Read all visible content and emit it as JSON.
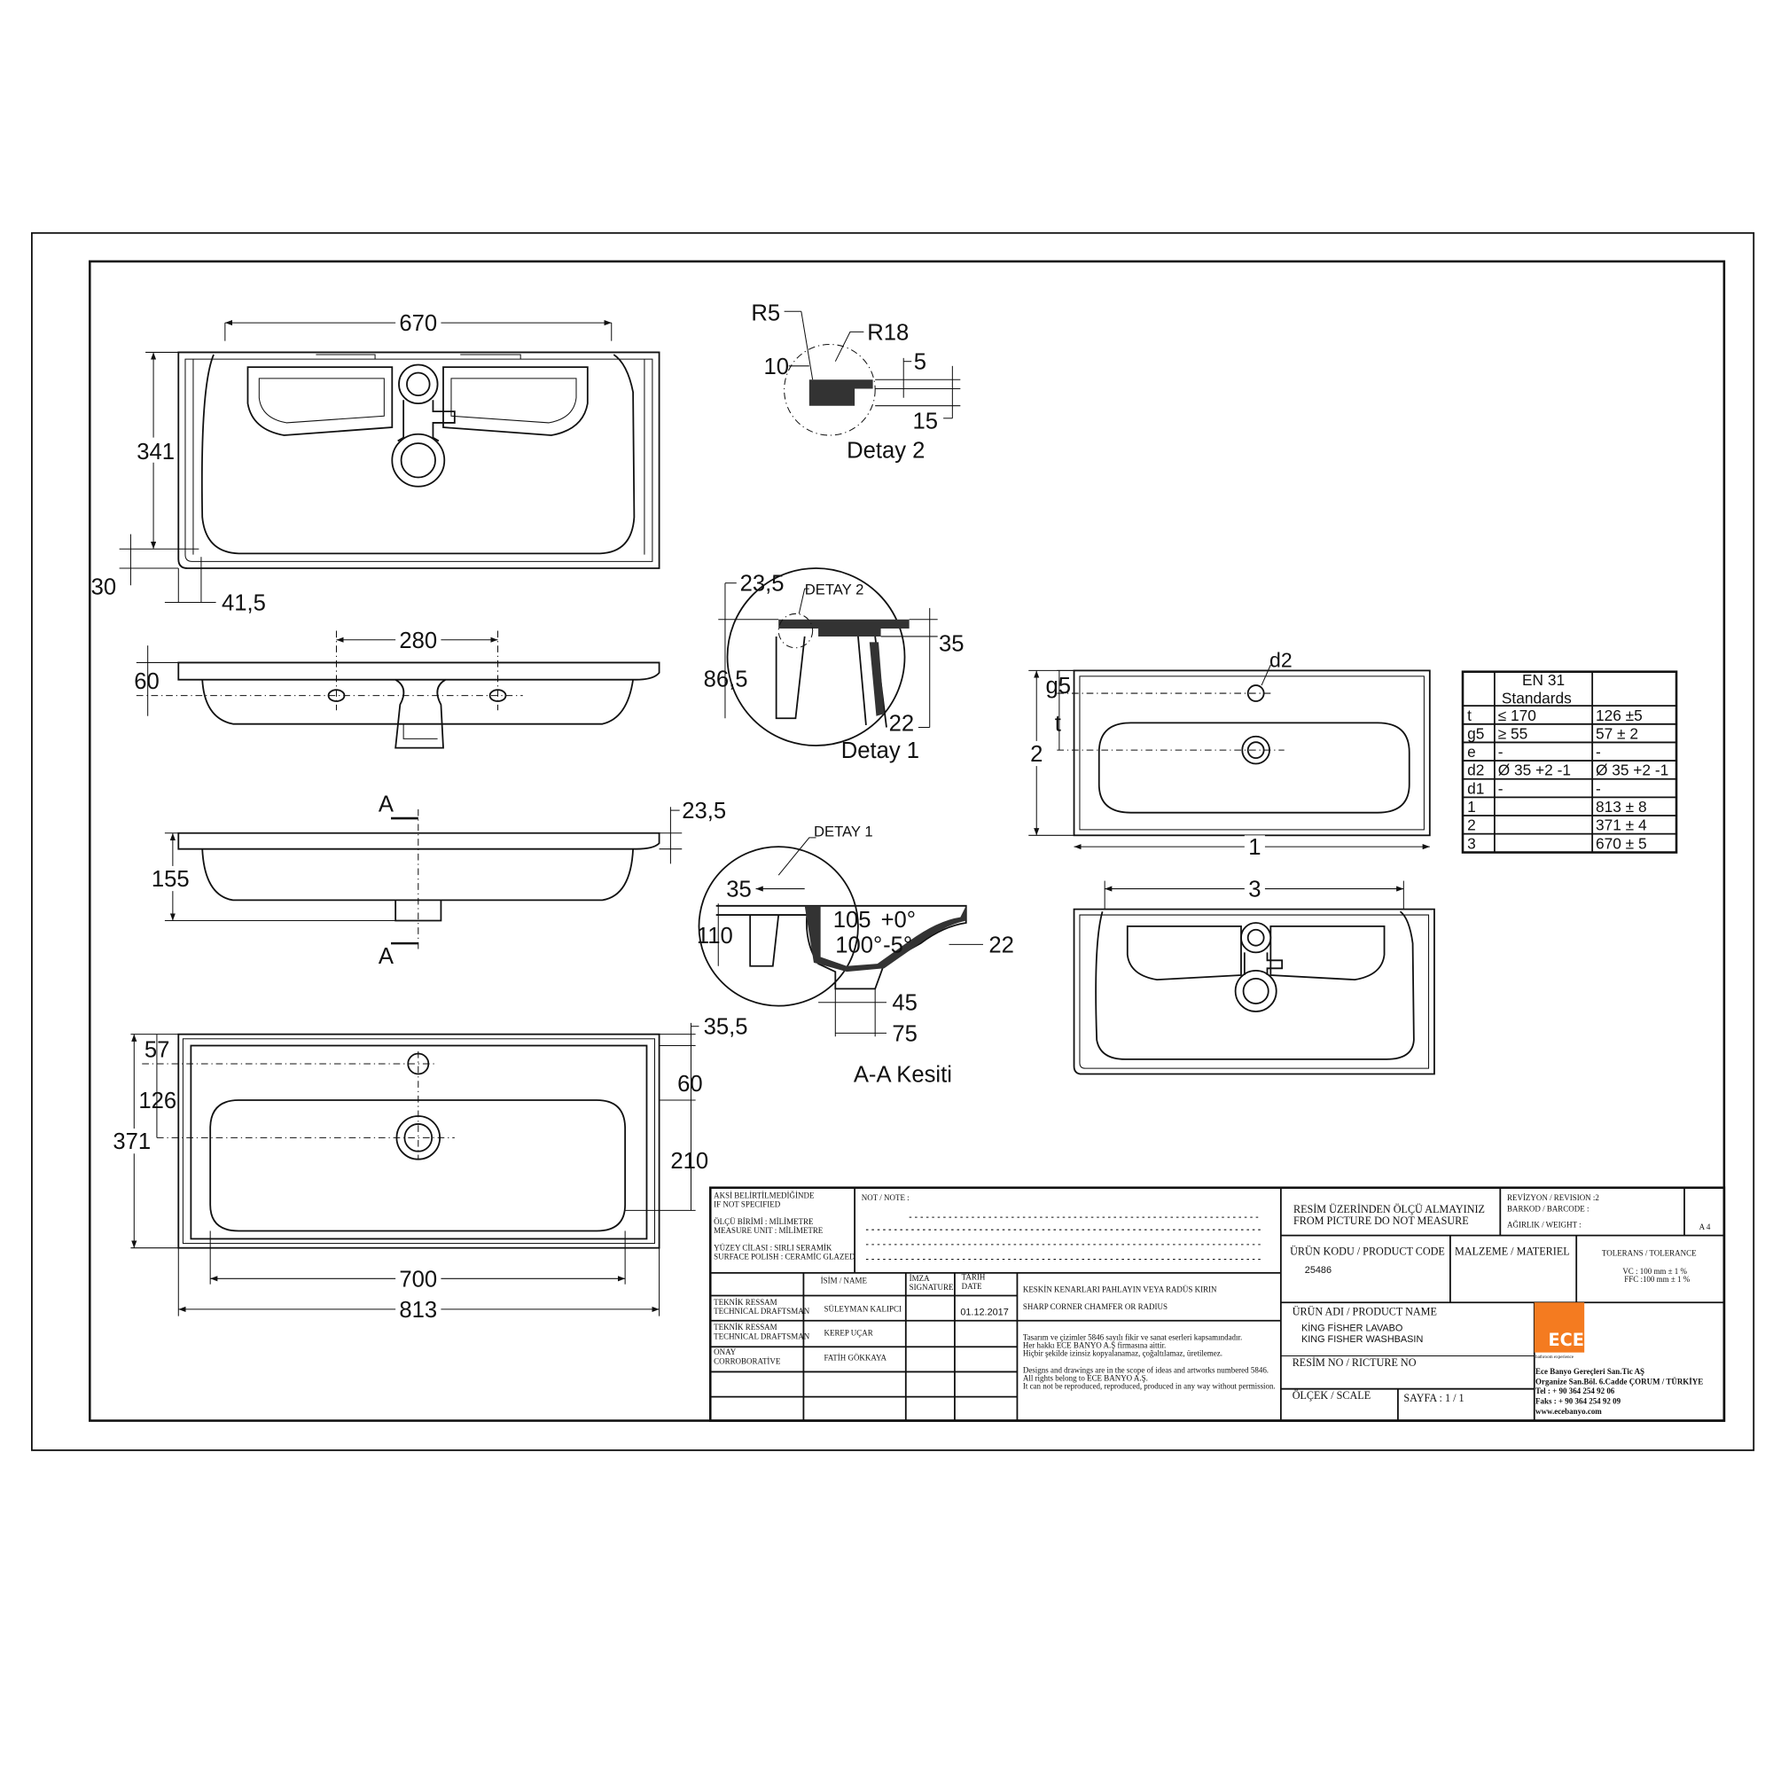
{
  "drawing": {
    "top_view": {
      "w670": "670",
      "h341": "341",
      "d30": "30",
      "d41_5": "41,5"
    },
    "side_view": {
      "w280": "280",
      "h60": "60"
    },
    "section_view": {
      "h155": "155",
      "t23_5": "23,5",
      "a_top": "A",
      "a_bottom": "A"
    },
    "plan_view": {
      "d57": "57",
      "d126": "126",
      "d371": "371",
      "d35_5": "35,5",
      "d60": "60",
      "d210": "210",
      "w700": "700",
      "w813": "813"
    },
    "detail2": {
      "r5": "R5",
      "r18": "R18",
      "d10": "10",
      "d5": "5",
      "d15": "15",
      "title": "Detay 2"
    },
    "detail1": {
      "d23_5": "23,5",
      "ref": "DETAY 2",
      "d86_5": "86,5",
      "d35": "35",
      "d22": "22",
      "title": "Detay 1"
    },
    "section_aa": {
      "ref": "DETAY 1",
      "d35": "35",
      "d110": "110",
      "d105": "105",
      "tol_plus": "+0°",
      "d100": "100°",
      "tol_minus": "-5°",
      "d22": "22",
      "d45": "45",
      "d75": "75",
      "title": "A-A Kesiti"
    },
    "en31_view": {
      "d2": "d2",
      "g5": "g5",
      "t": "t",
      "dim2": "2",
      "dim1": "1",
      "dim3": "3"
    }
  },
  "en31_table": {
    "header": [
      "",
      "EN 31 Standards",
      ""
    ],
    "rows": [
      [
        "t",
        "≤ 170",
        "126 ±5"
      ],
      [
        "g5",
        "≥ 55",
        "57 ± 2"
      ],
      [
        "e",
        "-",
        "-"
      ],
      [
        "d2",
        "Ø 35 +2 -1",
        "Ø 35 +2 -1"
      ],
      [
        "d1",
        "-",
        "-"
      ],
      [
        "1",
        "",
        "813 ± 8"
      ],
      [
        "2",
        "",
        "371 ± 4"
      ],
      [
        "3",
        "",
        "670 ± 5"
      ]
    ]
  },
  "title_block": {
    "spec": [
      "AKSİ BELİRTİLMEDİĞİNDE",
      "IF NOT SPECIFIED",
      "ÖLÇÜ BİRİMİ      : MİLİMETRE",
      "MEASURE UNIT    : MİLİMETRE",
      "YÜZEY CİLASI    : SIRLI SERAMİK",
      "SURFACE POLISH  : CERAMİC GLAZED"
    ],
    "note_label": "NOT  / NOTE :",
    "headers": {
      "name": "İSİM / NAME",
      "signature_tr": "İMZA",
      "signature": "SIGNATURE",
      "date_tr": "TARİH",
      "date": "DATE"
    },
    "people": [
      {
        "role_tr": "TEKNİK RESSAM",
        "role": "TECHNICAL DRAFTSMAN",
        "name": "SÜLEYMAN KALIPCI",
        "date": "01.12.2017"
      },
      {
        "role_tr": "TEKNİK RESSAM",
        "role": "TECHNICAL DRAFTSMAN",
        "name": "KEREP UÇAR",
        "date": ""
      },
      {
        "role_tr": "ONAY",
        "role": "CORROBORATİVE",
        "name": "FATİH GÖKKAYA",
        "date": ""
      }
    ],
    "edge_note": [
      "KESKİN KENARLARI PAHLAYIN VEYA RADÜS KIRIN",
      "SHARP CORNER CHAMFER OR RADIUS"
    ],
    "copyright": [
      "Tasarım ve çizimler 5846 sayılı fikir ve sanat eserleri kapsamındadır.",
      "Her hakkı ECE BANYO A.Ş firmasına aittir.",
      "Hiçbir şekilde izinsiz kopyalanamaz, çoğaltılamaz, üretilemez.",
      "Designs and drawings are in the scope of ideas and artworks numbered 5846.",
      "All rights belong to ECE BANYO A.Ş.",
      "It can not be reproduced, reproduced, produced in any way without permission."
    ],
    "warning": [
      "RESİM ÜZERİNDEN ÖLÇÜ ALMAYINIZ",
      "FROM PICTURE DO NOT MEASURE"
    ],
    "revision": "REVİZYON / REVISION :2",
    "barcode": "BARKOD / BARCODE    :",
    "weight": "AĞIRLIK /  WEIGHT      :",
    "paper": "A 4",
    "product_code_label": "ÜRÜN KODU / PRODUCT CODE",
    "product_code": "25486",
    "material_label": "MALZEME / MATERIEL",
    "tolerance_label": "TOLERANS / TOLERANCE",
    "tolerance_vc": "VC : 100 mm ± 1  %",
    "tolerance_ffc": "FFC :100 mm ± 1  %",
    "product_name_label": "ÜRÜN ADI / PRODUCT NAME",
    "product_name_tr": "KİNG FİSHER LAVABO",
    "product_name_en": "KING FISHER WASHBASIN",
    "picture_no_label": "RESİM NO /  RICTURE NO",
    "scale_label": "ÖLÇEK / SCALE",
    "page": "SAYFA : 1 / 1",
    "logo_text": "ECE",
    "logo_tagline": "bathroom experience",
    "brand_color": "#F47B20",
    "company": [
      "Ece Banyo Gereçleri San.Tic AŞ",
      "Organize San.Böl. 6.Cadde ÇORUM / TÜRKİYE",
      "Tel :  + 90 364 254 92 06",
      "Faks : + 90 364 254 92 09",
      "www.ecebanyo.com"
    ]
  }
}
